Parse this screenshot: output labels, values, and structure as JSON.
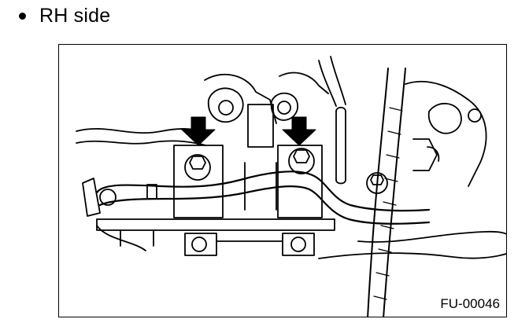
{
  "heading": {
    "bullet": "•",
    "text": "RH side"
  },
  "figure": {
    "code": "FU-00046",
    "arrow_count": 2,
    "subject": "fuel pipe bolts on engine, right-hand side",
    "line_color": "#000000",
    "background_color": "#ffffff"
  }
}
